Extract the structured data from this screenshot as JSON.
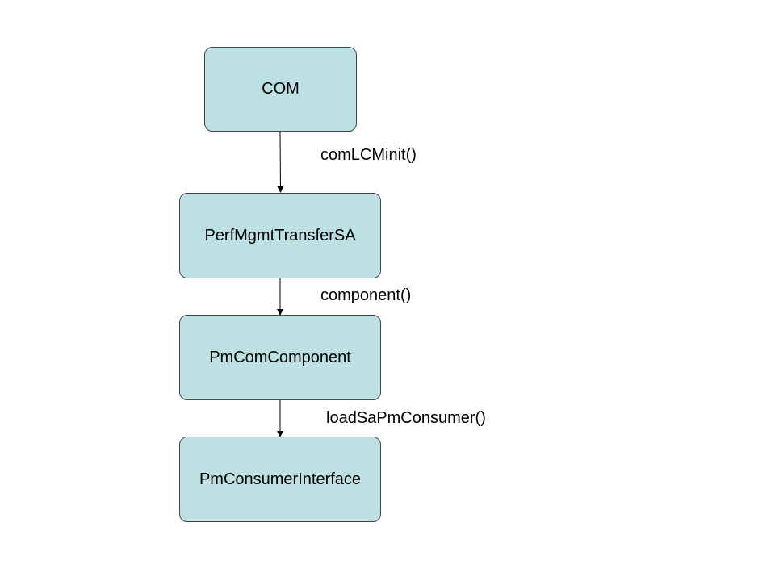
{
  "nodes": {
    "com": "COM",
    "perf_mgmt": "PerfMgmtTransferSA",
    "pm_com_component": "PmComComponent",
    "pm_consumer_interface": "PmConsumerInterface"
  },
  "edges": {
    "com_to_perf": "comLCMinit()",
    "perf_to_component": "component()",
    "component_to_consumer": "loadSaPmConsumer()"
  },
  "colors": {
    "node_fill": "#bde0e3",
    "node_border": "#444444",
    "arrow": "#000000"
  }
}
